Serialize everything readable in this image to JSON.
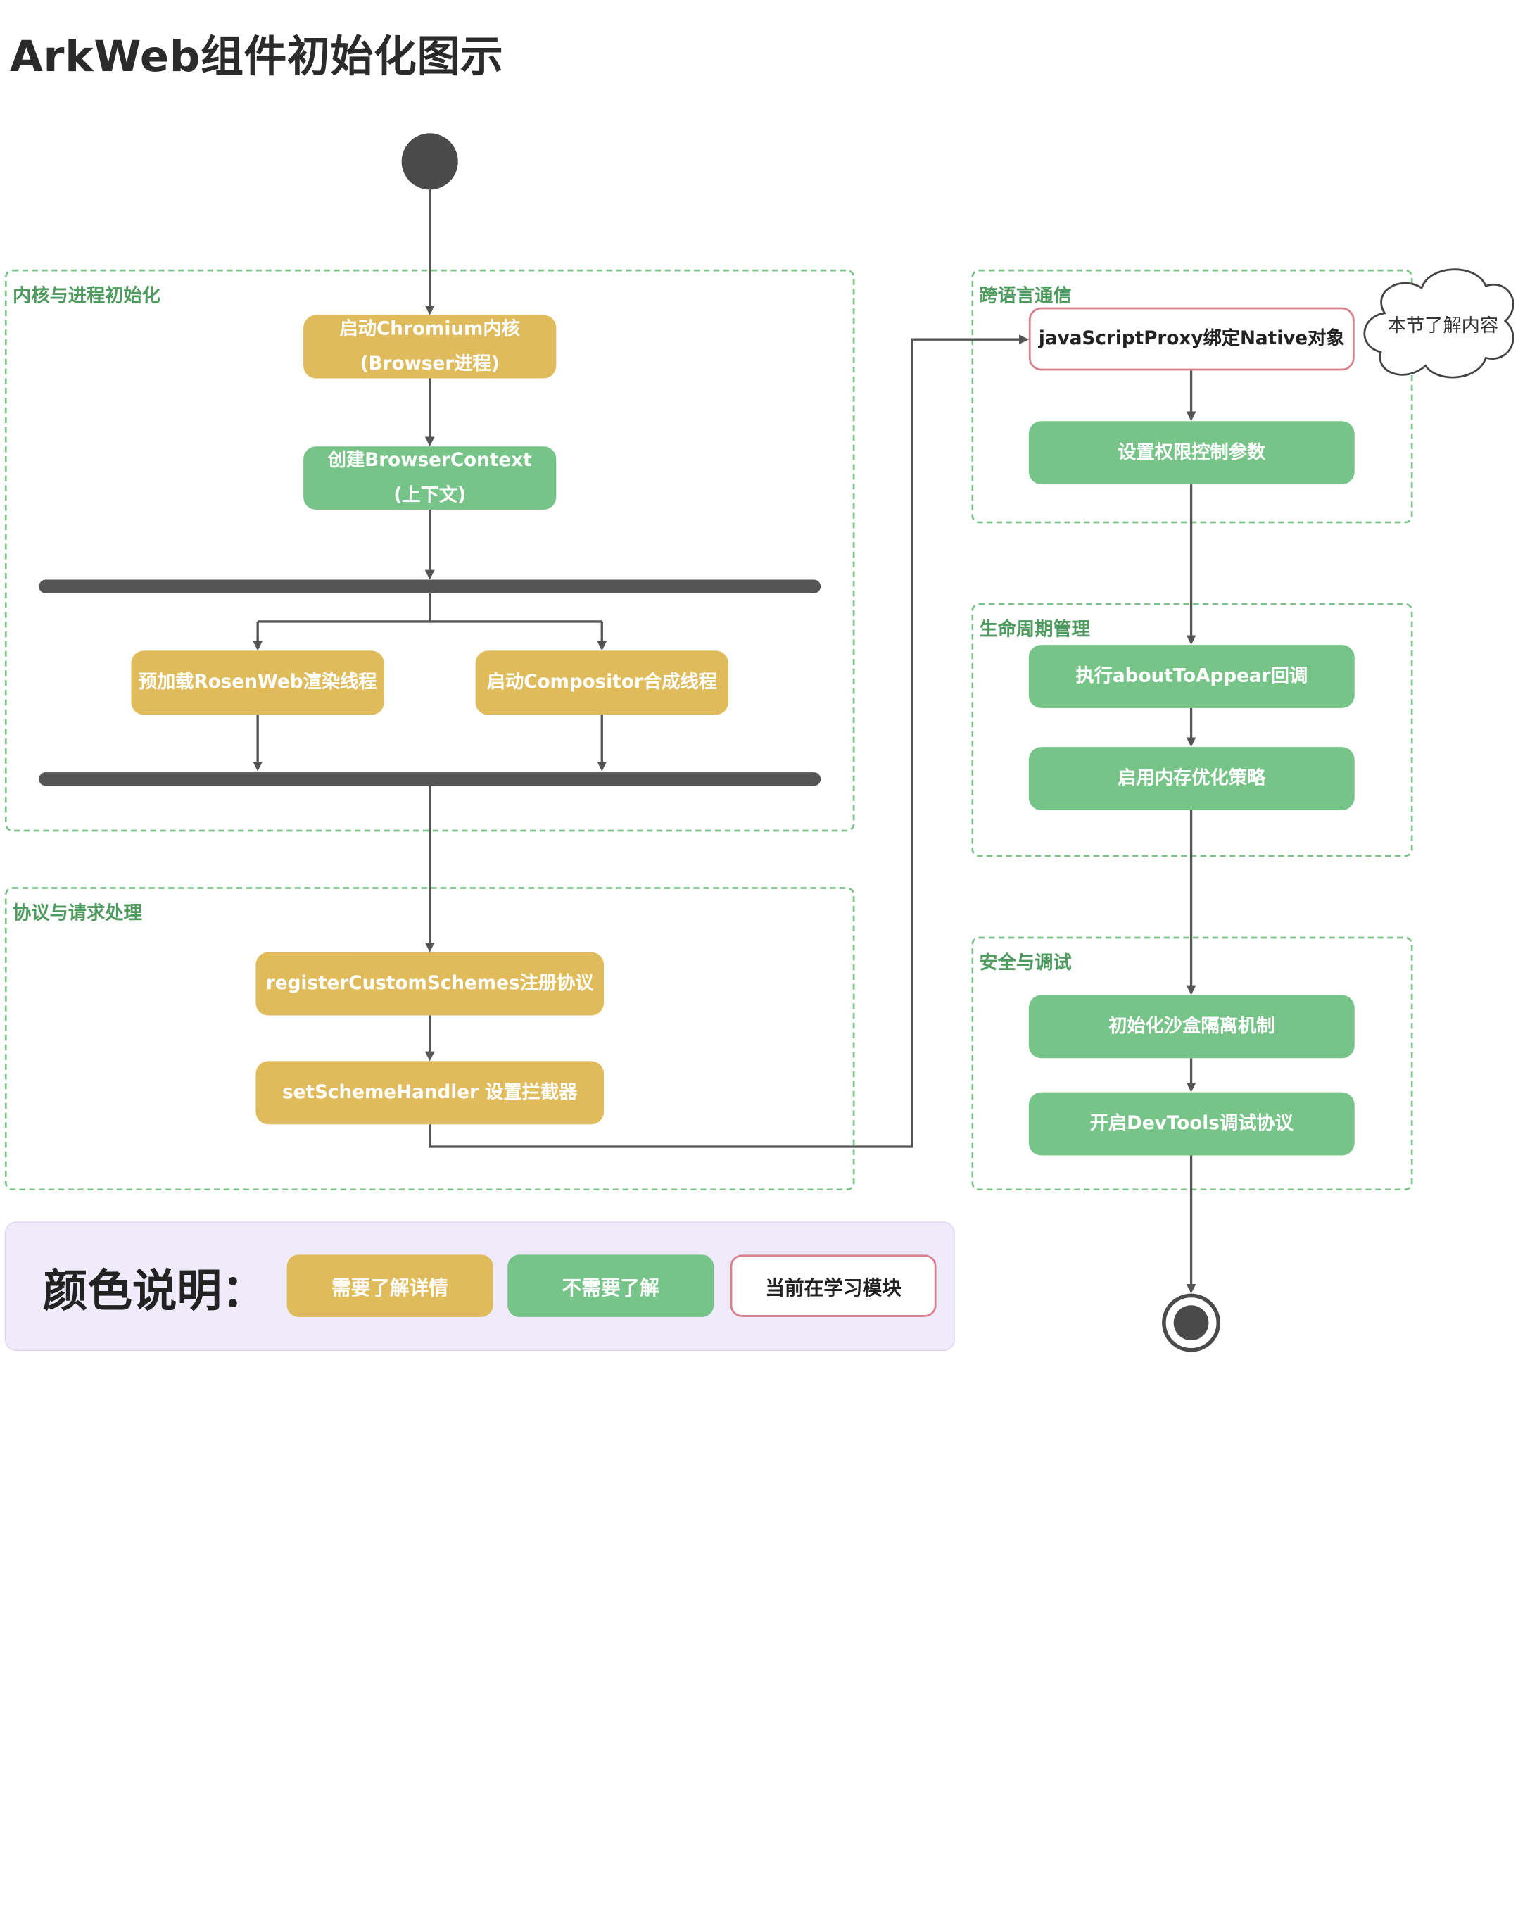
{
  "title": "ArkWeb组件初始化图示",
  "colors": {
    "need_detail": "#e0bb5b",
    "not_needed": "#76c487",
    "current_module_border": "#d9808c",
    "group_border": "#7cc38a",
    "flow_line": "#555555"
  },
  "groups": {
    "kernel": {
      "label": "内核与进程初始化"
    },
    "protocol": {
      "label": "协议与请求处理"
    },
    "cross_lang": {
      "label": "跨语言通信"
    },
    "lifecycle": {
      "label": "生命周期管理"
    },
    "security": {
      "label": "安全与调试"
    }
  },
  "nodes": {
    "start_chromium": {
      "line1": "启动Chromium内核",
      "line2": "(Browser进程)",
      "category": "need_detail"
    },
    "create_context": {
      "line1": "创建BrowserContext",
      "line2": "(上下文)",
      "category": "not_needed"
    },
    "preload_rosen": {
      "label": "预加载RosenWeb渲染线程",
      "category": "need_detail"
    },
    "start_compositor": {
      "label": "启动Compositor合成线程",
      "category": "need_detail"
    },
    "register_schemes": {
      "label": "registerCustomSchemes注册协议",
      "category": "need_detail"
    },
    "set_handler": {
      "label": "setSchemeHandler 设置拦截器",
      "category": "need_detail"
    },
    "js_proxy": {
      "label": "javaScriptProxy绑定Native对象",
      "category": "current_module"
    },
    "set_permission": {
      "label": "设置权限控制参数",
      "category": "not_needed"
    },
    "about_to_appear": {
      "label": "执行aboutToAppear回调",
      "category": "not_needed"
    },
    "memory_opt": {
      "label": "启用内存优化策略",
      "category": "not_needed"
    },
    "sandbox": {
      "label": "初始化沙盒隔离机制",
      "category": "not_needed"
    },
    "devtools": {
      "label": "开启DevTools调试协议",
      "category": "not_needed"
    }
  },
  "note": {
    "text": "本节了解内容"
  },
  "legend": {
    "title": "颜色说明：",
    "items": [
      {
        "label": "需要了解详情",
        "category": "need_detail"
      },
      {
        "label": "不需要了解",
        "category": "not_needed"
      },
      {
        "label": "当前在学习模块",
        "category": "current_module"
      }
    ]
  }
}
